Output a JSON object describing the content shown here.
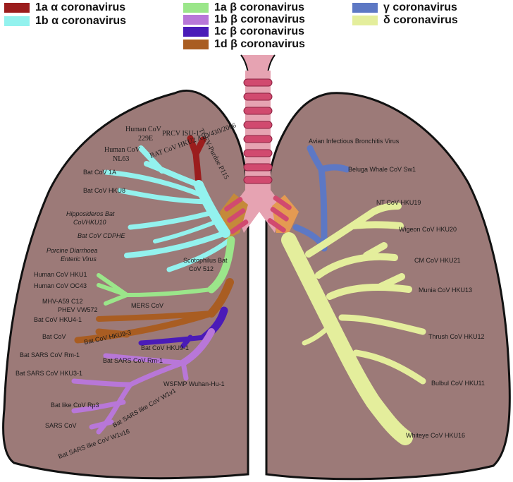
{
  "legend": [
    {
      "label": "1a α coronavirus",
      "color": "#9b1d1d"
    },
    {
      "label": "1b α coronavirus",
      "color": "#93f2ee"
    },
    {
      "label": "1a β coronavirus",
      "color": "#9be68a"
    },
    {
      "label": "1b β coronavirus",
      "color": "#b877d8"
    },
    {
      "label": "1c β coronavirus",
      "color": "#4a1bb8"
    },
    {
      "label": "1d β coronavirus",
      "color": "#a95d22"
    },
    {
      "label": "γ coronavirus",
      "color": "#5d78c4"
    },
    {
      "label": "δ coronavirus",
      "color": "#e4ee9c"
    }
  ],
  "colors": {
    "lung_fill": "#9c7a78",
    "lung_stroke": "#111111",
    "trachea_fill": "#e6a3b2",
    "trachea_ring": "#d14a6f"
  },
  "labels": {
    "human_cov_229e": "Human CoV 229E",
    "prcv_isu1": "PRCV ISU-1",
    "tgev": "TGEV-Purdue P115",
    "bat_hku2": "BAT CoV HKU2 /GD/430/2006",
    "human_cov_nl63": "Human CoV NL63",
    "bat_cov_1a": "Bat CoV 1A",
    "bat_cov_hku8": "Bat CoV HKU8",
    "hipposideros": "Hipposideros Bat CoVHKU10",
    "bat_cov_cdphe": "Bat CoV CDPHE",
    "pedv": "Porcine Diarrhoea Enteric Virus",
    "scotophilus": "Scotophilus Bat CoV 512",
    "human_cov_hku1": "Human CoV HKU1",
    "human_cov_oc43": "Human CoV OC43",
    "mhv": "MHV-A59 C12",
    "phev": "PHEV VW572",
    "mers": "MERS CoV",
    "bat_cov_hku4": "Bat CoV HKU4-1",
    "bat_cov": "Bat CoV",
    "bat_cov_hku9_3": "Bat CoV HKU9-3",
    "bat_cov_hku9_1": "Bat CoV HKU9-1",
    "bat_sars_rm1": "Bat SARS CoV Rm-1",
    "bat_sars_rm1b": "Bat SARS CoV Rm-1",
    "bat_sars_hku3": "Bat SARS CoV HKU3-1",
    "wsfmp": "WSFMP Wuhan-Hu-1",
    "bat_like_rp3": "Bat like CoV Rp3",
    "sars_cov": "SARS CoV",
    "bat_sars_w1v1": "Bat SARS like CoV W1v1",
    "bat_sars_w1v16": "Bat SARS like CoV W1v16",
    "aibv": "Avian Infectious Bronchitis Virus",
    "beluga": "Beluga Whale CoV Sw1",
    "nt_hku19": "NT CoV HKU19",
    "wigeon": "Wigeon CoV HKU20",
    "cm_hku21": "CM CoV HKU21",
    "munia": "Munia CoV HKU13",
    "thrush": "Thrush CoV HKU12",
    "bulbul": "Bulbul CoV HKU11",
    "whiteye": "Whiteye CoV HKU16"
  }
}
